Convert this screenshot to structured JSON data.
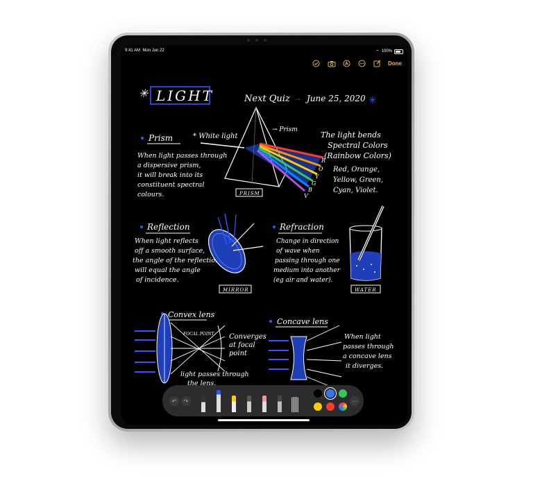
{
  "status_bar": {
    "time": "9:41 AM",
    "date": "Mon Jun 22",
    "battery": "100%"
  },
  "toolbar": {
    "done_label": "Done",
    "icons": [
      "checklist-icon",
      "camera-icon",
      "markup-icon",
      "more-icon",
      "compose-icon"
    ]
  },
  "note": {
    "title": "LIGHT",
    "quiz": "Next Quiz",
    "quiz_date": "June 25, 2020",
    "prism_heading": "Prism",
    "white_light": "White light",
    "prism_text": [
      "When light passes through",
      "a dispersive prism,",
      "it will break into its",
      "constituent spectral",
      "colours."
    ],
    "prism_label": "PRISM",
    "prism_small": "Prism",
    "spectrum_letters": [
      "R",
      "O",
      "Y",
      "G",
      "B",
      "V"
    ],
    "bends_text": [
      "The light bends",
      "Spectral Colors",
      "(Rainbow Colors)"
    ],
    "colors_text": [
      "Red, Orange,",
      "Yellow, Green,",
      "Cyan, Violet."
    ],
    "reflection_heading": "Reflection",
    "reflection_text": [
      "When light reflects",
      "off a smooth surface,",
      "the angle of the reflection",
      "will equal the angle",
      "of incidence."
    ],
    "mirror_label": "MIRROR",
    "refraction_heading": "Refraction",
    "refraction_text": [
      "Change in direction",
      "of wave when",
      "passing through one",
      "medium into another",
      "(eg air and water)."
    ],
    "water_label": "WATER",
    "convex_heading": "Convex lens",
    "focal_point": "FOCAL POINT",
    "converges_text": [
      "Converges",
      "at focal",
      "point"
    ],
    "convex_text": [
      "light passes through",
      "the lens."
    ],
    "concave_heading": "Concave lens",
    "concave_text": [
      "When light",
      "passes through",
      "a concave lens",
      "it diverges."
    ]
  },
  "palette": {
    "swatches": [
      "#000000",
      "#2f7bf5",
      "#34c759",
      "#ffcc00",
      "#ff3b30"
    ],
    "undo": "↶",
    "redo": "↷",
    "more": "⋯"
  }
}
